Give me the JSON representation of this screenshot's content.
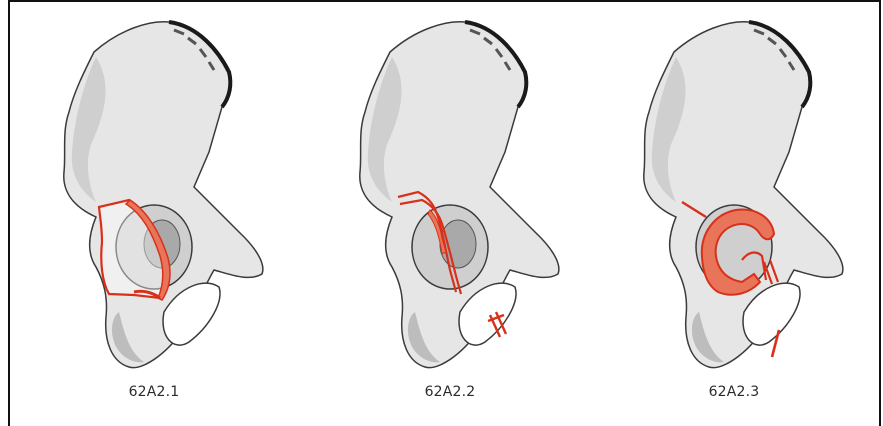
{
  "figures": [
    {
      "label": "62A2.1"
    },
    {
      "label": "62A2.2"
    },
    {
      "label": "62A2.3"
    }
  ],
  "colors": {
    "bone": "#e6e6e6",
    "bone_shadow": "#b9b9b9",
    "bone_outline": "#3a3a3a",
    "fracture": "#d8301a",
    "fracture_fill": "#e8755a"
  }
}
